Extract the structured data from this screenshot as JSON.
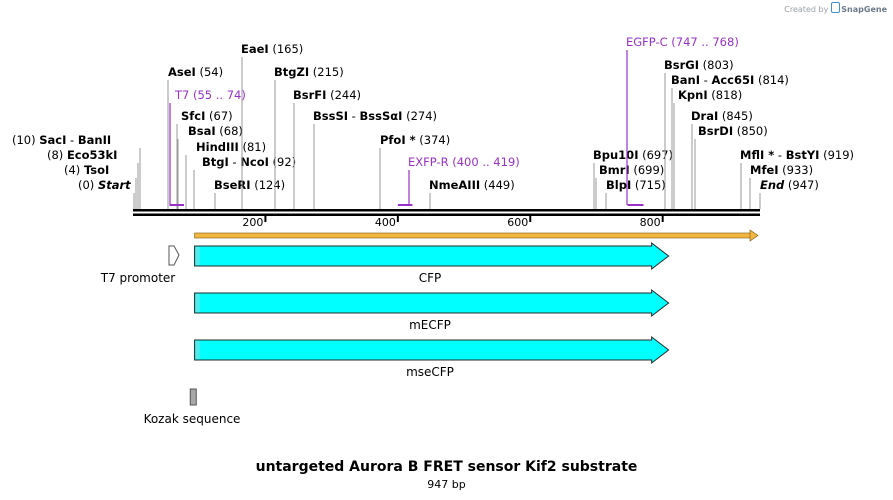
{
  "credit": {
    "prefix": "Created by",
    "brand": "SnapGene"
  },
  "title": "untargeted Aurora B FRET sensor Kif2 substrate",
  "length_label": "947 bp",
  "colors": {
    "backbone": "#000000",
    "cutsite_line": "#9a9a9a",
    "primer": "#9b30c8",
    "orf": "#f2b640",
    "feature_fill": "#00ffff",
    "kozak_fill": "#a8a8a8"
  },
  "ruler": {
    "min": 0,
    "max": 947,
    "ticks": [
      {
        "pos": 200,
        "label": "200"
      },
      {
        "pos": 400,
        "label": "400"
      },
      {
        "pos": 600,
        "label": "600"
      },
      {
        "pos": 800,
        "label": "800"
      }
    ]
  },
  "enzymes": [
    {
      "name": "Start",
      "pos": "0",
      "italic": true
    },
    {
      "name": "TsoI",
      "pos": "4"
    },
    {
      "name": "Eco53kI",
      "pos": "8"
    },
    {
      "name": "SacI",
      "pos": "10",
      "name2": "BanII"
    },
    {
      "name": "AseI",
      "pos": "54"
    },
    {
      "name": "SfcI",
      "pos": "67"
    },
    {
      "name": "BsaI",
      "pos": "68"
    },
    {
      "name": "HindIII",
      "pos": "81"
    },
    {
      "name": "BtgI",
      "pos": "92",
      "name2": "NcoI"
    },
    {
      "name": "BseRI",
      "pos": "124"
    },
    {
      "name": "EaeI",
      "pos": "165"
    },
    {
      "name": "BtgZI",
      "pos": "215"
    },
    {
      "name": "BsrFI",
      "pos": "244"
    },
    {
      "name": "BssSI",
      "pos": "274",
      "name2": "BssSαI"
    },
    {
      "name": "PfoI *",
      "pos": "374"
    },
    {
      "name": "NmeAIII",
      "pos": "449"
    },
    {
      "name": "Bpu10I",
      "pos": "697"
    },
    {
      "name": "BmrI",
      "pos": "699"
    },
    {
      "name": "BlpI",
      "pos": "715"
    },
    {
      "name": "BsrGI",
      "pos": "803"
    },
    {
      "name": "BanI",
      "pos": "814",
      "name2": "Acc65I"
    },
    {
      "name": "KpnI",
      "pos": "818"
    },
    {
      "name": "DraI",
      "pos": "845"
    },
    {
      "name": "BsrDI",
      "pos": "850"
    },
    {
      "name": "MfeI",
      "pos": "933"
    },
    {
      "name": "MflI *",
      "pos": "919",
      "name2": "BstYI"
    },
    {
      "name": "End",
      "pos": "947",
      "italic": true
    }
  ],
  "primers": [
    {
      "name": "T7",
      "range": "55 .. 74",
      "start": 55,
      "end": 74
    },
    {
      "name": "EXFP-R",
      "range": "400 .. 419",
      "start": 400,
      "end": 419
    },
    {
      "name": "EGFP-C",
      "range": "747 .. 768",
      "start": 747,
      "end": 768
    }
  ],
  "orf": {
    "start": 93,
    "end": 947
  },
  "features": [
    {
      "name": "T7 promoter",
      "start": 55,
      "end": 74,
      "type": "promoter"
    },
    {
      "name": "CFP",
      "start": 93,
      "end": 809,
      "type": "cds"
    },
    {
      "name": "mECFP",
      "start": 93,
      "end": 809,
      "type": "cds"
    },
    {
      "name": "mseCFP",
      "start": 93,
      "end": 809,
      "type": "cds"
    },
    {
      "name": "Kozak sequence",
      "start": 88,
      "end": 97,
      "type": "misc"
    }
  ]
}
